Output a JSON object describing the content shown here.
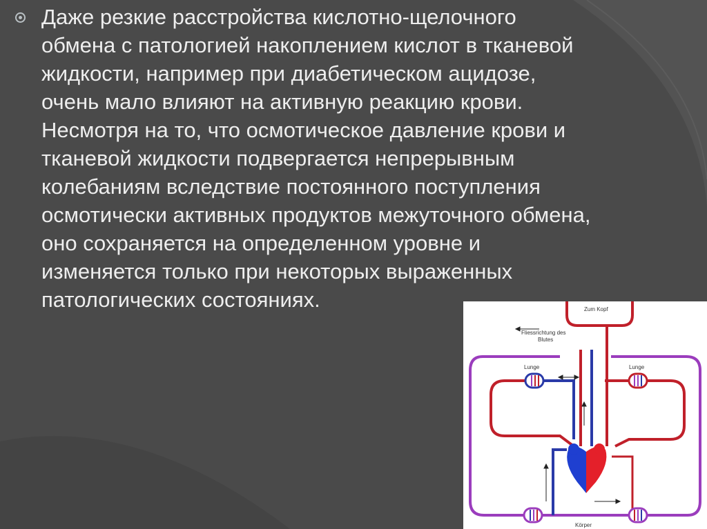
{
  "slide": {
    "text_lines": [
      "Даже резкие расстройства кислотно-щелочного",
      "обмена с патологией накоплением кислот в тканевой",
      "жидкости, например при диабетическом ацидозе,",
      "очень мало влияют на активную реакцию крови.",
      "Несмотря на то, что осмотическое давление крови и",
      "тканевой жидкости подвергается непрерывным",
      "колебаниям вследствие постоянного поступления",
      "осмотически активных продуктов межуточного обмена,",
      "оно сохраняется на определенном уровне и",
      "изменяется только при некоторых выраженных",
      "патологических состояниях."
    ],
    "bullet_icon": "circle-bullet-icon",
    "colors": {
      "background": "#4a4a4a",
      "text": "#eeeeee",
      "arterial": "#c0202a",
      "venous": "#2a3aa8",
      "outer_loop": "#9b3dbd"
    }
  },
  "diagram": {
    "labels": {
      "head": "Zum Kopf",
      "flow_direction_1": "Fliessrichtung des",
      "flow_direction_2": "Blutes",
      "lung_left": "Lunge",
      "lung_right": "Lunge",
      "body": "Körper"
    }
  }
}
